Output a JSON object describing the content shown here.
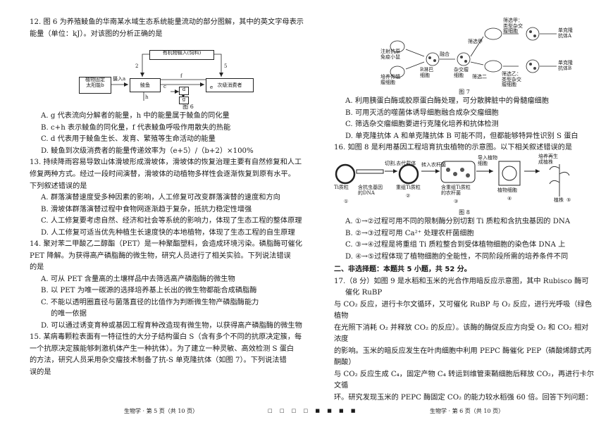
{
  "q12": {
    "stem1": "12. 图 6 为养殖鲮鱼的华南某水域生态系统能量流动的部分图解，其中的英文字母表示",
    "stem2": "能量（单位：kJ）。对该图的分析正确的是",
    "fig": {
      "organic": "有机物输入(饲料)",
      "producer": "植物固定\n太阳能b",
      "intake": "摄入a",
      "fish": "鲮鱼",
      "consumer": "次级消费者",
      "a": "a",
      "b2": "2",
      "c": "c",
      "d": "d",
      "e": "e",
      "f": "f",
      "g": "g",
      "h": "h",
      "five": "5",
      "caption": "图 6"
    },
    "A": "A. g 代表流向分解者的能量，h 中的能量属于鲮鱼的同化量",
    "B": "B. c+h 表示鲮鱼的同化量，f 代表鲮鱼呼吸作用散失的热能",
    "C": "C. d 代表用于鲮鱼生长、发育、繁殖等生命活动的能量",
    "D": "D. 鲮鱼到次级消费者的能量传递效率为（e+5）/（b+2）×100%"
  },
  "q13": {
    "stem1": "13. 持续降雨容易导致山体滑坡形成滑坡体，滑坡体的恢复治理主要有自然修复和人工",
    "stem2": "修复两种方式。经过一段时间演替，滑坡体的动植物多样性会逐渐恢复到原有水平。",
    "stem3": "下列叙述错误的是",
    "A": "A. 群落演替速度受多种因素的影响，人工修复可改变群落演替的速度和方向",
    "B": "B. 滑坡体群落演替过程中食物网逐渐趋于复杂，抵抗力稳定性增强",
    "C": "C. 人工修复要考虑自然、经济和社会等系统的影响力，体现了生态工程的整体原理",
    "D": "D. 人工修复可适当优先种植生长速度快的本地植物，体现了生态工程的自生原理"
  },
  "q14": {
    "stem1": "14. 聚对苯二甲酸乙二醇酯（PET）是一种聚酯塑料，会造成环境污染。磷脂酶可催化",
    "stem2": "PET 降解。为获得高产磷脂酶的微生物，研究人员进行了相关实验。下列说法错误",
    "stem3": "的是",
    "A": "A. 可从 PET 含量高的土壤样品中去筛选高产磷脂酶的微生物",
    "B": "B. 以 PET 为唯一碳源的选择培养基上长出的微生物都能合成磷脂酶",
    "C1": "C. 不能以透明圈直径与菌落直径的比值作为判断微生物产磷脂酶能力",
    "C2": "的唯一依据",
    "D": "D. 可以通过诱变育种或基因工程育种改造现有微生物，以获得高产磷脂酶的微生物"
  },
  "q15": {
    "stem1": "15. 某病毒颗粒表面有一特征性的大分子结构蛋白 S（含有多个不同的抗原决定簇，每",
    "stem2": "一个抗原决定簇能够刺激机体产生一种抗体）。为了建立一种灵敏、高效检测 S 蛋白",
    "stem3": "的方法，研究人员采用杂交瘤技术制备了抗-S 单克隆抗体（如图 7）。下列说法错",
    "stem4": "误的是",
    "fig": {
      "inject": "注射抗原\n免疫小鼠",
      "cultured": "培养骨髓\n瘤细胞",
      "b_cells": "B淋巴\n细胞",
      "fusion": "融合",
      "hybrid": "杂交瘤\n细胞",
      "select1": "筛选甲",
      "select2": "筛选二",
      "typeA": "筛选甲：\n类型杂交\n瘤细胞",
      "typeB": "筛选乙：\n类型杂交\n瘤细胞",
      "mabA": "单克隆\n抗体A",
      "mabB": "单克隆\n抗体B",
      "caption": "图 7"
    },
    "A": "A. 利用胰蛋白酶或胶原蛋白酶处理，可分散脾脏中的骨髓瘤细胞",
    "B": "B. 可用灭活的噬菌体诱导细胞融合成杂交瘤细胞",
    "C": "C. 筛选杂交瘤细胞要进行克隆化培养和抗体检测",
    "D": "D. 单克隆抗体 A 和单克隆抗体 B 可能不同，但都能够特异性识别 S 蛋白"
  },
  "q16": {
    "stem": "16. 如图 8 是利用基因工程培育抗虫植物的示意图。以下相关叙述错误的是",
    "fig": {
      "ti": "Ti质粒",
      "gene": "含抗虫基因\n的DNA",
      "n1": "①",
      "cut": "切割,去代载体",
      "recomb": "重组Ti质粒",
      "n2": "②",
      "into": "转入农杆菌",
      "agro": "含重组Ti质粒\n的农杆菌",
      "n3": "③",
      "infect": "导入植物\n细胞",
      "cell": "植物细胞",
      "n4": "④",
      "grow": "培养再生\n成植株",
      "plant": "植株",
      "n5": "⑤",
      "caption": "图 8"
    },
    "A": "A. ①→②过程可用不同的限制酶分别切割 Ti 质粒和含抗虫基因的 DNA",
    "B": "B. ②→③过程可用 Ca²⁺ 处理农杆菌细胞",
    "C": "C. ③→④过程是将重组 Ti 质粒整合到受体植物细胞的染色体 DNA 上",
    "D": "D. ④→⑤过程体现了植物细胞的全能性，不同阶段所需的培养条件不同"
  },
  "section2": "二、非选择题：本题共 5 小题，共 52 分。",
  "q17": {
    "l1": "17.（8 分）如图 9 是水稻和玉米的光合作用暗反应示意图，其中 Rubisco 酶可催化 RuBP",
    "l2": "与 CO₂ 反应，进行卡尔文循环，又可催化 RuBP 与 O₂ 反应，进行光呼吸（绿色植物",
    "l3": "在光照下消耗 O₂ 并释放 CO₂ 的反应）。该酶的酶促反应方向受 O₂ 和 CO₂ 相对浓度",
    "l4": "的影响。玉米的暗反应发生在叶肉细胞中利用 PEPC 酶催化 PEP（磷酸烯醇式丙酮酸）",
    "l5": "与 CO₂ 反应生成 C₄，固定产物 C₄ 转运到维管束鞘细胞后释放 CO₂，再进行卡尔文循",
    "l6": "环。研究发现玉米的 PEPC 酶固定 CO₂ 的能力较水稻强 60 倍。回答下列问题："
  },
  "footer": {
    "left": "生物学 · 第 5 页（共 10 页）",
    "right": "生物学 · 第 6 页（共 10 页）",
    "marks": "□ □ □ □ ■ ■ ■ ■"
  }
}
